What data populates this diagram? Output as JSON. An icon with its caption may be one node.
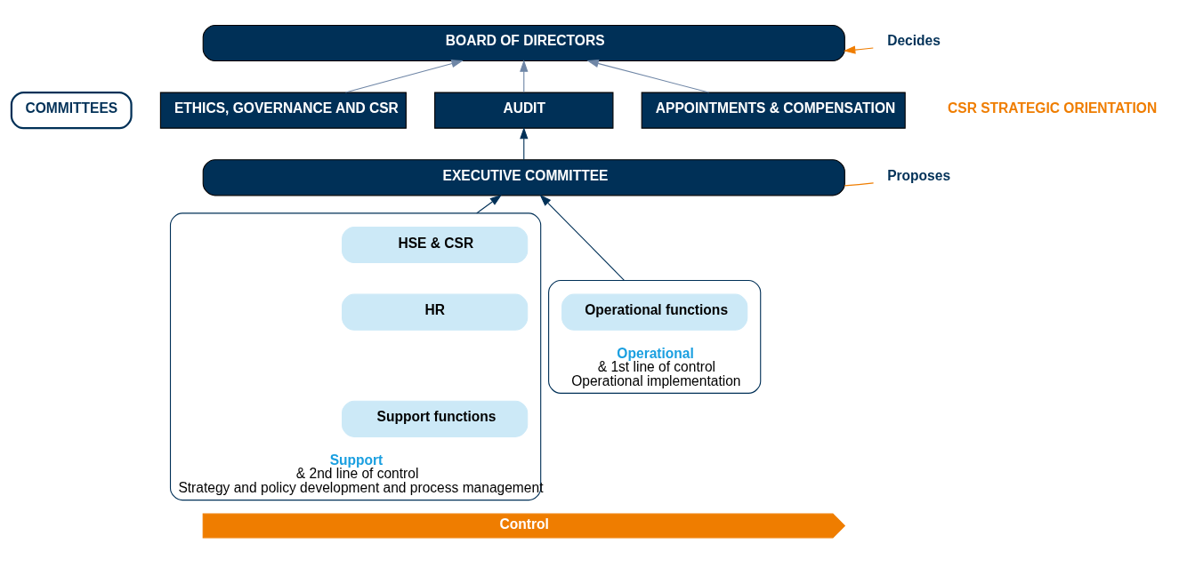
{
  "diagram": {
    "nodes": [
      {
        "text": [
          "BOARD OF DIRECTORS"
        ]
      },
      {
        "text": [
          "COMMITTEES"
        ]
      },
      {
        "text": [
          "ETHICS, GOVERNANCE AND CSR"
        ]
      },
      {
        "text": [
          "AUDIT"
        ]
      },
      {
        "text": [
          "APPOINTMENTS & COMPENSATION"
        ]
      },
      {
        "text": [
          "EXECUTIVE COMMITTEE"
        ]
      },
      {
        "text": [
          "Operational",
          "& 1st line of control",
          "Operational implementation"
        ]
      },
      {
        "text": [
          "Operational functions"
        ],
        "in": 6
      },
      {
        "text": [
          "Support",
          "& 2nd line of control",
          "Strategy and policy development and process management"
        ]
      },
      {
        "text": [
          "HSE & CSR"
        ],
        "in": 8
      },
      {
        "text": [
          "HR"
        ],
        "in": 8
      },
      {
        "text": [
          "Support functions"
        ],
        "in": 8
      },
      {
        "text": [
          "Control"
        ]
      },
      {
        "text": [
          "Decides"
        ]
      },
      {
        "text": [
          "Proposes"
        ]
      }
    ],
    "edges": [
      {
        "from": 2,
        "to": 0,
        "arrow": "to",
        "color": "#6f86a6"
      },
      {
        "from": 3,
        "to": 0,
        "arrow": "to",
        "color": "#6f86a6"
      },
      {
        "from": 4,
        "to": 0,
        "arrow": "to",
        "color": "#6f86a6"
      },
      {
        "from": 5,
        "to": 3,
        "arrow": "to",
        "color": "#003057"
      },
      {
        "from": 6,
        "to": 5,
        "arrow": "to",
        "color": "#003057"
      },
      {
        "from": 8,
        "to": 5,
        "arrow": "to",
        "color": "#003057"
      },
      {
        "from": 13,
        "to": 0,
        "arrow": "to",
        "color": "#ef7d00"
      },
      {
        "from": 14,
        "to": 5,
        "arrow": "none",
        "color": "#ef7d00"
      }
    ],
    "labels": [
      "CSR STRATEGIC ORIENTATION"
    ]
  }
}
